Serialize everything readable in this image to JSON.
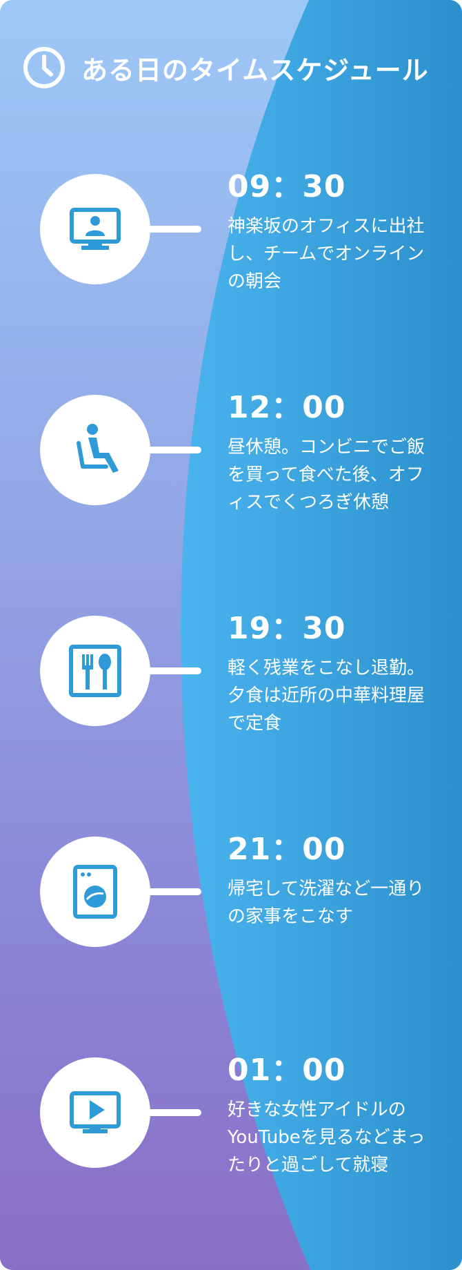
{
  "title": "ある日のタイムスケジュール",
  "colors": {
    "gradient_light": [
      "#9cc8f6",
      "#93a7e6",
      "#8b84d6",
      "#8a6fc6"
    ],
    "gradient_blue": [
      "#4ab4ee",
      "#2b90cc"
    ],
    "icon": "#2e9ad8",
    "text": "#ffffff"
  },
  "schedule": [
    {
      "time": "09：30",
      "description": "神楽坂のオフィスに出社し、チームでオンラインの朝会",
      "icon": "monitor-person-icon"
    },
    {
      "time": "12：00",
      "description": "昼休憩。コンビニでご飯を買って食べた後、オフィスでくつろぎ休憩",
      "icon": "person-seated-icon"
    },
    {
      "time": "19：30",
      "description": "軽く残業をこなし退勤。夕食は近所の中華料理屋で定食",
      "icon": "fork-spoon-icon"
    },
    {
      "time": "21：00",
      "description": "帰宅して洗濯など一通りの家事をこなす",
      "icon": "washing-machine-icon"
    },
    {
      "time": "01：00",
      "description": "好きな女性アイドルのYouTubeを見るなどまったりと過ごして就寝",
      "icon": "video-play-icon"
    }
  ]
}
